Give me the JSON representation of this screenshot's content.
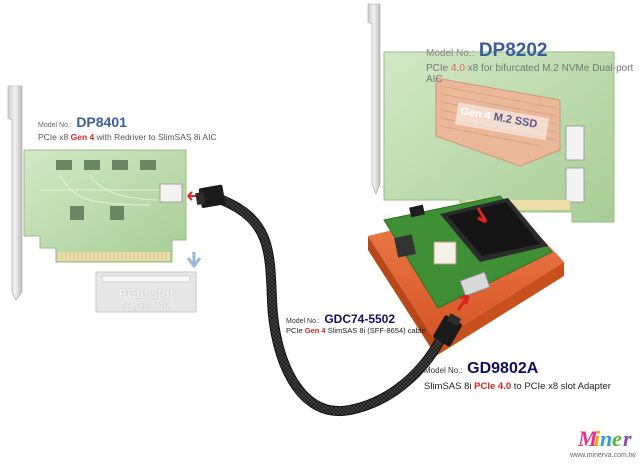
{
  "products": {
    "dp8401": {
      "model_prefix": "Model No.:",
      "model": "DP8401",
      "desc_a": "PCIe x8 ",
      "desc_gen": "Gen 4",
      "desc_b": " with Redriver to SlimSAS 8i AIC"
    },
    "dp8202": {
      "model_prefix": "Model No.:",
      "model": "DP8202",
      "desc_a": "PCIe ",
      "desc_gen": "4.0",
      "desc_b": " x8 for bifurcated M.2 NVMe Dual-port AIC"
    },
    "gdc74": {
      "model_prefix": "Model No.:",
      "model": "GDC74-5502",
      "desc_a": "PCIe ",
      "desc_gen": "Gen 4",
      "desc_b": " SlimSAS 8i (SFF-8654) cable"
    },
    "gd9802a": {
      "model_prefix": "Model No.:",
      "model": "GD9802A",
      "desc_a": "SlimSAS 8i ",
      "desc_gen": "PCIe 4.0",
      "desc_b": " to PCIe x8 slot Adapter"
    }
  },
  "slot_label": {
    "title": "PCIe slot",
    "sizes": "x4, x8, x16"
  },
  "ssd_label": {
    "gen": "Gen 4",
    "type": "M.2 SSD"
  },
  "brand": {
    "logo_text": "Minerva",
    "url": "www.minerva.com.tw"
  },
  "colors": {
    "model_blue": "#3a5d9c",
    "gen_red": "#d22222",
    "adapter_orange": "#e8643a",
    "pcb_green": "#5a9a3a"
  }
}
